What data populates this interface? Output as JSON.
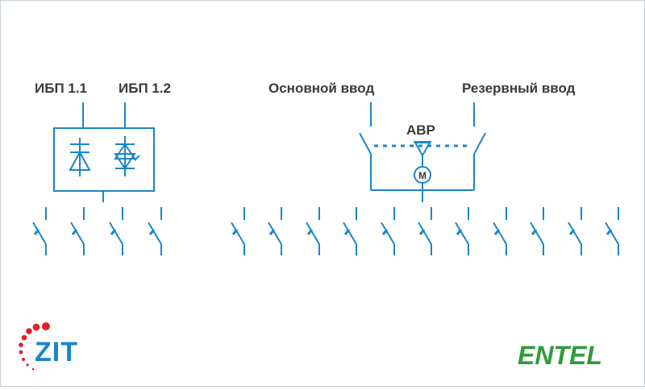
{
  "labels": {
    "ups1": "ИБП 1.1",
    "ups2": "ИБП 1.2",
    "main_input": "Основной ввод",
    "reserve_input": "Резервный ввод",
    "ats": "АВР",
    "motor": "M"
  },
  "logos": {
    "left": "ZIT",
    "right": "ENTEL"
  },
  "colors": {
    "line": "#1a86c8",
    "text": "#3a3a3a",
    "zit_text": "#1a86c8",
    "zit_dots": "#e0202a",
    "entel": "#2e9b3a"
  }
}
